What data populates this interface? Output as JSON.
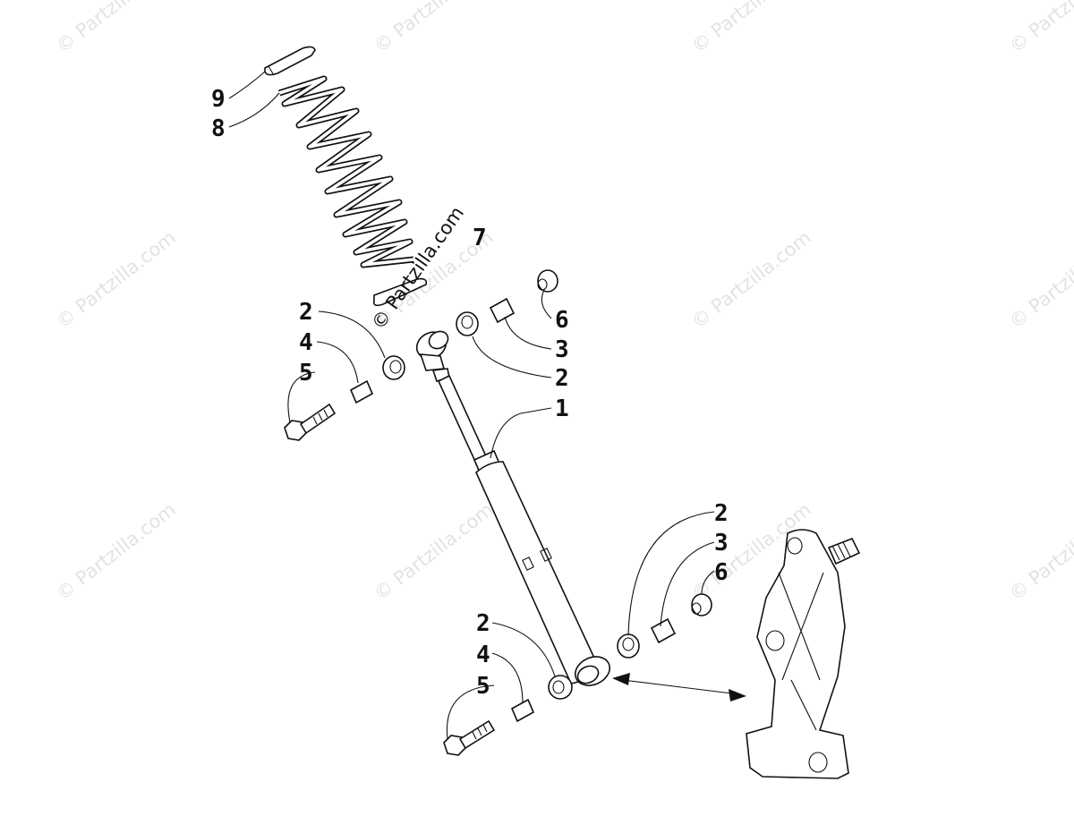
{
  "watermarks": [
    "© Partzilla.com",
    "© Partzilla.com",
    "© Partzilla.com",
    "© Partzilla.com",
    "© Partzilla.com",
    "© Partzilla.com",
    "© Partzilla.com",
    "© Partzilla.com",
    "© Partzilla.com",
    "© Partzilla.com",
    "© Partzilla.com",
    "© Partzilla.com"
  ],
  "center_watermark": "© Partzilla.com",
  "callouts": {
    "spring_retainer": "9",
    "spring": "8",
    "spring_seat": "7",
    "upper_left_bushing": "2",
    "upper_left_sleeve": "4",
    "upper_left_bolt": "5",
    "upper_right_nut": "6",
    "upper_right_sleeve": "3",
    "upper_right_bushing": "2",
    "shock_absorber": "1",
    "lower_right_bushing": "2",
    "lower_right_sleeve": "3",
    "lower_right_nut": "6",
    "lower_left_bushing": "2",
    "lower_left_sleeve": "4",
    "lower_left_bolt": "5"
  }
}
